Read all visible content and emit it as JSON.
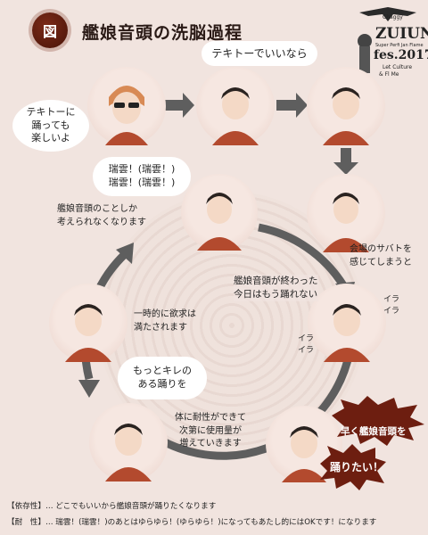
{
  "header": {
    "badge": "図",
    "title": "艦娘音頭の洗脳過程"
  },
  "logo": {
    "small_top": "Chaggy",
    "brand": "ZUIUN",
    "sub": "Super Perfi Jan Flame",
    "fes": "fes.2017",
    "line3": "Let Culture",
    "line4": "& Fl Me"
  },
  "bubbles": {
    "b1": "テキトーに\n踊っても\n楽しいよ",
    "b2": "テキトーでいいなら",
    "b3": "瑞雲！(瑞雲！)\n瑞雲！(瑞雲！)",
    "b4": "もっとキレの\nある踊りを"
  },
  "captions": {
    "c1": "艦娘音頭のことしか\n考えられなくなります",
    "c2": "会場のサバトを\n感じてしまうと",
    "c3": "艦娘音頭が終わった\n今日はもう踊れない",
    "c4": "一時的に欲求は\n満たされます",
    "c5": "体に耐性ができて\n次第に使用量が\n増えていきます",
    "irairas": [
      "イラ\nイラ",
      "イラ\nイラ"
    ]
  },
  "bursts": {
    "hayaku": "早く艦娘音頭を",
    "odoritai": "踊りたい！"
  },
  "footer": {
    "line1": "【依存性】… どこでもいいから艦娘音頭が踊りたくなります",
    "line2": "【耐　性】… 瑞雲！(瑞雲！)のあとはゆらゆら！(ゆらゆら！)になってもあたし的にはOKです！になります"
  },
  "colors": {
    "background": "#f1e4df",
    "shirt": "#b34a2e",
    "arrow_grey": "#5e5e5e",
    "burst": "#6d1e10"
  }
}
